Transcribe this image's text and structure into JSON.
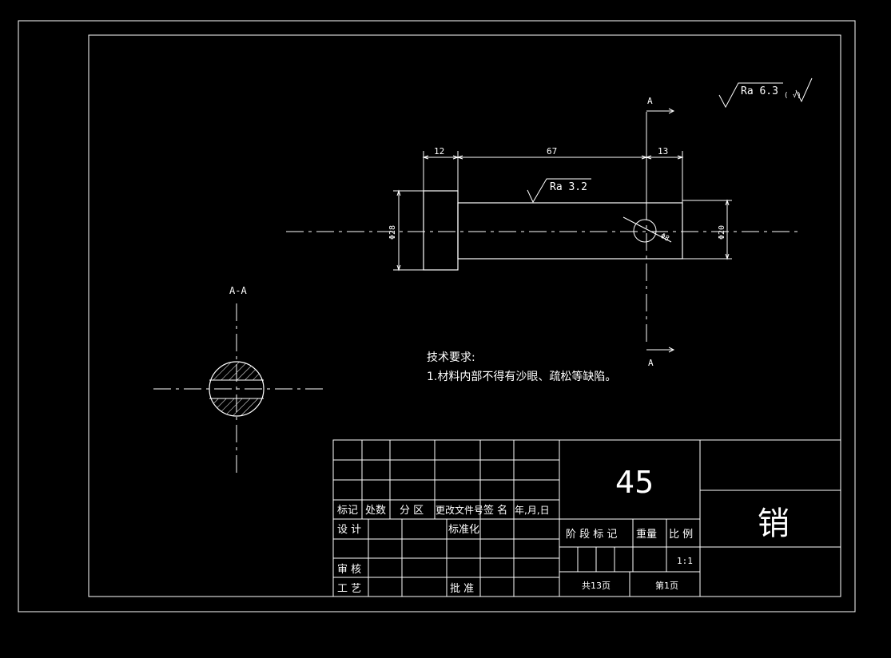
{
  "drawing": {
    "section_label": "A-A",
    "cut_mark_top": "A",
    "cut_mark_bottom": "A",
    "roughness_general": "Ra 6.3",
    "roughness_general_suffix": "( √)",
    "roughness_surface": "Ra 3.2",
    "dim_head_len": "12",
    "dim_body_len": "67",
    "dim_end_len": "13",
    "dim_head_dia": "Φ28",
    "dim_body_dia": "Φ20",
    "dim_hole_dia": "Φ8",
    "tech_title": "技术要求:",
    "tech_item1": "1.材料内部不得有沙眼、疏松等缺陷。"
  },
  "title_block": {
    "col_mark": "标记",
    "col_count": "处数",
    "col_zone": "分 区",
    "col_doc": "更改文件号",
    "col_sign": "签 名",
    "col_date": "年,月,日",
    "row_design": "设 计",
    "row_standard": "标准化",
    "row_review": "审 核",
    "row_process": "工 艺",
    "row_approve": "批 准",
    "material": "45",
    "stage_mark": "阶 段 标 记",
    "weight": "重量",
    "scale_label": "比 例",
    "scale_value": "1:1",
    "total_pages": "共13页",
    "page_no": "第1页",
    "part_name": "销"
  }
}
